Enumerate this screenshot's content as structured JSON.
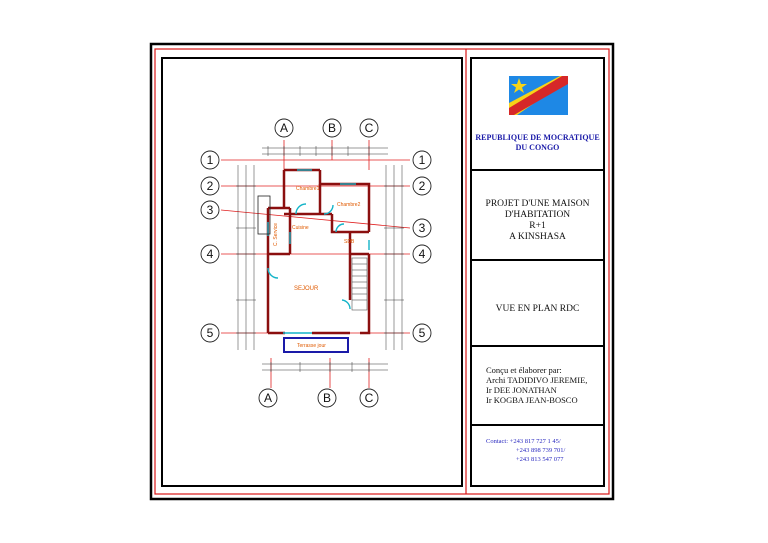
{
  "title_block": {
    "country": "REPUBLIQUE DE MOCRATIQUE\nDU CONGO",
    "country_line1": "REPUBLIQUE DE MOCRATIQUE",
    "country_line2": "DU CONGO",
    "project_line1": "PROJET D'UNE MAISON",
    "project_line2": "D'HABITATION",
    "project_line3": "R+1",
    "project_line4": "A KINSHASA",
    "view": "VUE EN PLAN RDC",
    "authors_heading": "Conçu et élaborer par:",
    "authors": [
      "Archi TADIDIVO JEREMIE,",
      "Ir DEE JONATHAN",
      "Ir KOGBA JEAN-BOSCO"
    ],
    "contact_label": "Contact:",
    "contacts": [
      "+243 817 727 1 45/",
      "+243 898 739 701/",
      "+243 813 547 077"
    ]
  },
  "plan": {
    "grid_columns": [
      "A",
      "B",
      "C"
    ],
    "grid_rows": [
      "1",
      "2",
      "3",
      "4",
      "5"
    ],
    "rooms": {
      "chambre1": "Chambre1",
      "chambre2": "Chambre2",
      "cuisine": "Cuisine",
      "c_service": "C. Service",
      "sdb": "SDB",
      "sejour": "SEJOUR",
      "terrasse": "Terrasse jour"
    }
  },
  "colors": {
    "frame_red": "#d81818",
    "frame_black": "#000000",
    "title_blue": "#1a1aa8",
    "contact_blue": "#2a2ac0",
    "grid_red": "#e02020",
    "room_orange": "#e05a00",
    "wall_red": "#a01010",
    "flag_blue": "#1e88e5",
    "flag_red": "#d62828",
    "flag_yellow": "#f7d417"
  }
}
